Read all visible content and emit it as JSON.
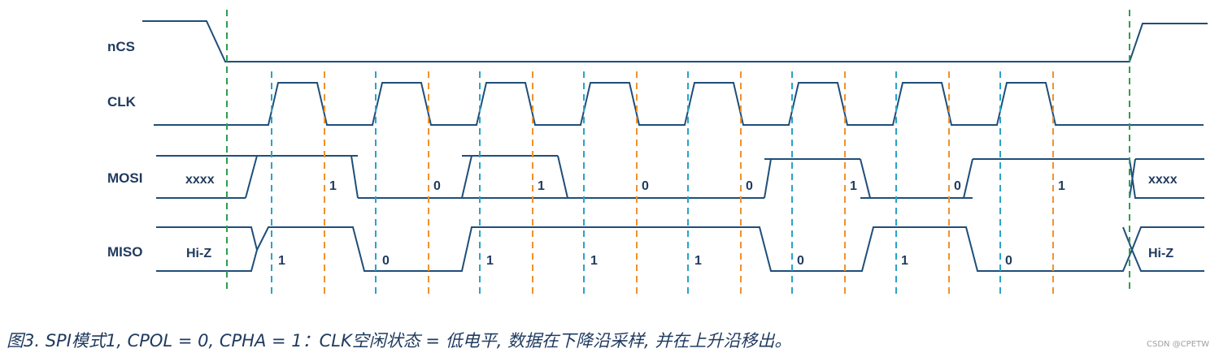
{
  "signals": {
    "ncs": "nCS",
    "clk": "CLK",
    "mosi": "MOSI",
    "miso": "MISO"
  },
  "mosi_idle": "xxxx",
  "miso_idle": "Hi-Z",
  "mosi_bits": [
    "1",
    "0",
    "1",
    "0",
    "0",
    "1",
    "0",
    "1"
  ],
  "miso_bits": [
    "1",
    "0",
    "1",
    "1",
    "1",
    "0",
    "1",
    "0"
  ],
  "caption": "图3. SPI模式1, CPOL = 0, CPHA = 1：CLK空闲状态 = 低电平, 数据在下降沿采样, 并在上升沿移出。",
  "watermark": "CSDN @CPETW",
  "colors": {
    "waveform": "#1f4e79",
    "chip_select_marker": "#2e9e4f",
    "shift_edge_marker": "#2aa3c9",
    "sample_edge_marker": "#f0922b"
  }
}
